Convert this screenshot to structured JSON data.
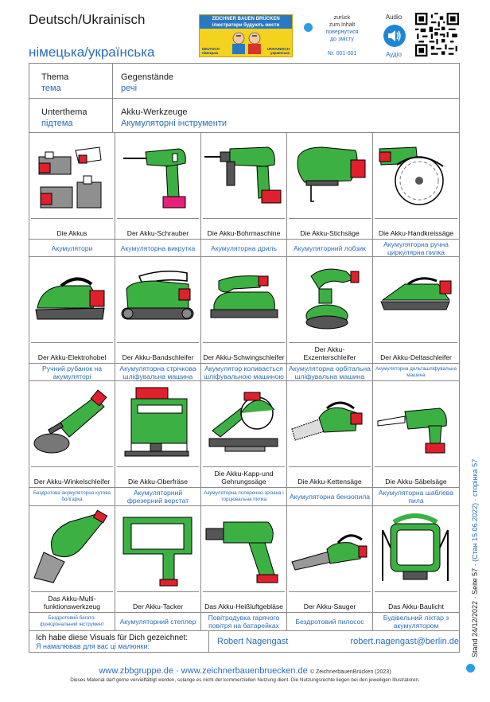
{
  "header": {
    "title_de": "Deutsch/Ukrainisch",
    "title_uk": "німецька/українська",
    "banner": {
      "line1": "ZEICHNER BAUEN BRÜCKEN",
      "line2": "ілюстратори будують мости",
      "left_de": "DEUTSCH",
      "left_uk": "німецька",
      "right_de": "UKRAINISCH",
      "right_uk": "українська"
    },
    "back_de_1": "zurück",
    "back_de_2": "zum Inhalt",
    "back_uk_1": "повернутися",
    "back_uk_2": "до змісту",
    "number": "Nr. 001-001",
    "audio_de": "Audio",
    "audio_uk": "Аудіо"
  },
  "meta": {
    "thema_label": "Thema",
    "thema_label_uk": "тема",
    "thema_value": "Gegenstände",
    "thema_value_uk": "речі",
    "unterthema_label": "Unterthema",
    "unterthema_label_uk": "підтема",
    "unterthema_value": "Akku-Werkzeuge",
    "unterthema_value_uk": "Акумуляторні інструменти"
  },
  "items": [
    {
      "de": "Die Akkus",
      "uk": "Акумулятори",
      "icon": "batteries-icon"
    },
    {
      "de": "Der Akku-Schrauber",
      "uk": "Акумуляторна викрутка",
      "icon": "cordless-screwdriver-icon"
    },
    {
      "de": "Die Akku-Bohrmaschine",
      "uk": "Акумуляторна дриль",
      "icon": "cordless-drill-icon"
    },
    {
      "de": "Die Akku-Stichsäge",
      "uk": "Акумуляторний лобзик",
      "icon": "jigsaw-icon"
    },
    {
      "de": "Die Akku-Handkreissäge",
      "uk": "Акумуляторна ручна циркулярна пилка",
      "icon": "circular-saw-icon"
    },
    {
      "de": "Der Akku-Elektrohobel",
      "uk": "Ручний рубанок на акумуляторі",
      "icon": "electric-planer-icon"
    },
    {
      "de": "Der Akku-Bandschleifer",
      "uk": "Акумуляторна стрічкова шліфувальна машина",
      "icon": "belt-sander-icon"
    },
    {
      "de": "Der Akku-Schwingschleifer",
      "uk": "Акумулятор коливається шліфувальною машиною",
      "icon": "orbital-sander-icon"
    },
    {
      "de": "Der Akku-Exzenterschleifer",
      "uk": "Акумуляторна орбітальна шліфувальна машина",
      "icon": "random-orbit-sander-icon"
    },
    {
      "de": "Der Akku-Deltaschleifer",
      "uk": "Акумуляторна дельташліфувальна машина",
      "icon": "delta-sander-icon"
    },
    {
      "de": "Der Akku-Winkelschleifer",
      "uk": "Бездротова акумуляторна кутова болгарка",
      "icon": "angle-grinder-icon"
    },
    {
      "de": "Die Akku-Oberfräse",
      "uk": "Акумуляторний фрезерний верстат",
      "icon": "router-icon"
    },
    {
      "de": "Die Akku-Kapp-und Gehrungssäge",
      "uk": "Акумуляторна поперечно-зрізана і торцювальна пилка",
      "icon": "miter-saw-icon"
    },
    {
      "de": "Die Akku-Kettensäge",
      "uk": "Акумуляторна бензопила",
      "icon": "chainsaw-icon"
    },
    {
      "de": "Die Akku-Säbelsäge",
      "uk": "Акумуляторна шаблева пила",
      "icon": "reciprocating-saw-icon"
    },
    {
      "de": "Das Akku-Multi-funktionswerkzeug",
      "uk": "Бездротовий багато-функціональний інструмент",
      "icon": "multitool-icon"
    },
    {
      "de": "Der Akku-Tacker",
      "uk": "Акумуляторний степлер",
      "icon": "stapler-icon"
    },
    {
      "de": "Das Akku-Heißluftgebläse",
      "uk": "Повітродувка гарячого повітря на батарейках",
      "icon": "heat-gun-icon"
    },
    {
      "de": "Der Akku-Sauger",
      "uk": "Бездротовий пилосос",
      "icon": "vacuum-icon"
    },
    {
      "de": "Das Akku-Baulicht",
      "uk": "Будівельний ліхтар з акумулятором",
      "icon": "work-light-icon"
    }
  ],
  "footer": {
    "drawn_de": "Ich habe diese Visuals für Dich gezeichnet:",
    "drawn_uk": "Я намалював для вас ці малюнки:",
    "author": "Robert Nagengast",
    "email": "robert.nagengast@berlin.de",
    "websites": "www.zbbgruppe.de · www.zeichnerbauenbruecken.de",
    "copyright": "© ZeichnerbauenBrücken (2023)",
    "license": "Dieses Material darf gerne vervielfältigt werden, solange es nicht der kommerziellen Nutzung dient. Die Nutzungsrechte liegen bei den jeweiligen Illustratoren.",
    "side_de": "Stand 24/12/2022 · Seite 57 ·",
    "side_uk": "(Стан 15.06.2022) · сторінка 57"
  },
  "colors": {
    "green": "#3cb043",
    "red": "#e0202c",
    "blue": "#2a6db8",
    "pink": "#e8207a",
    "grey": "#8f8f8f"
  }
}
